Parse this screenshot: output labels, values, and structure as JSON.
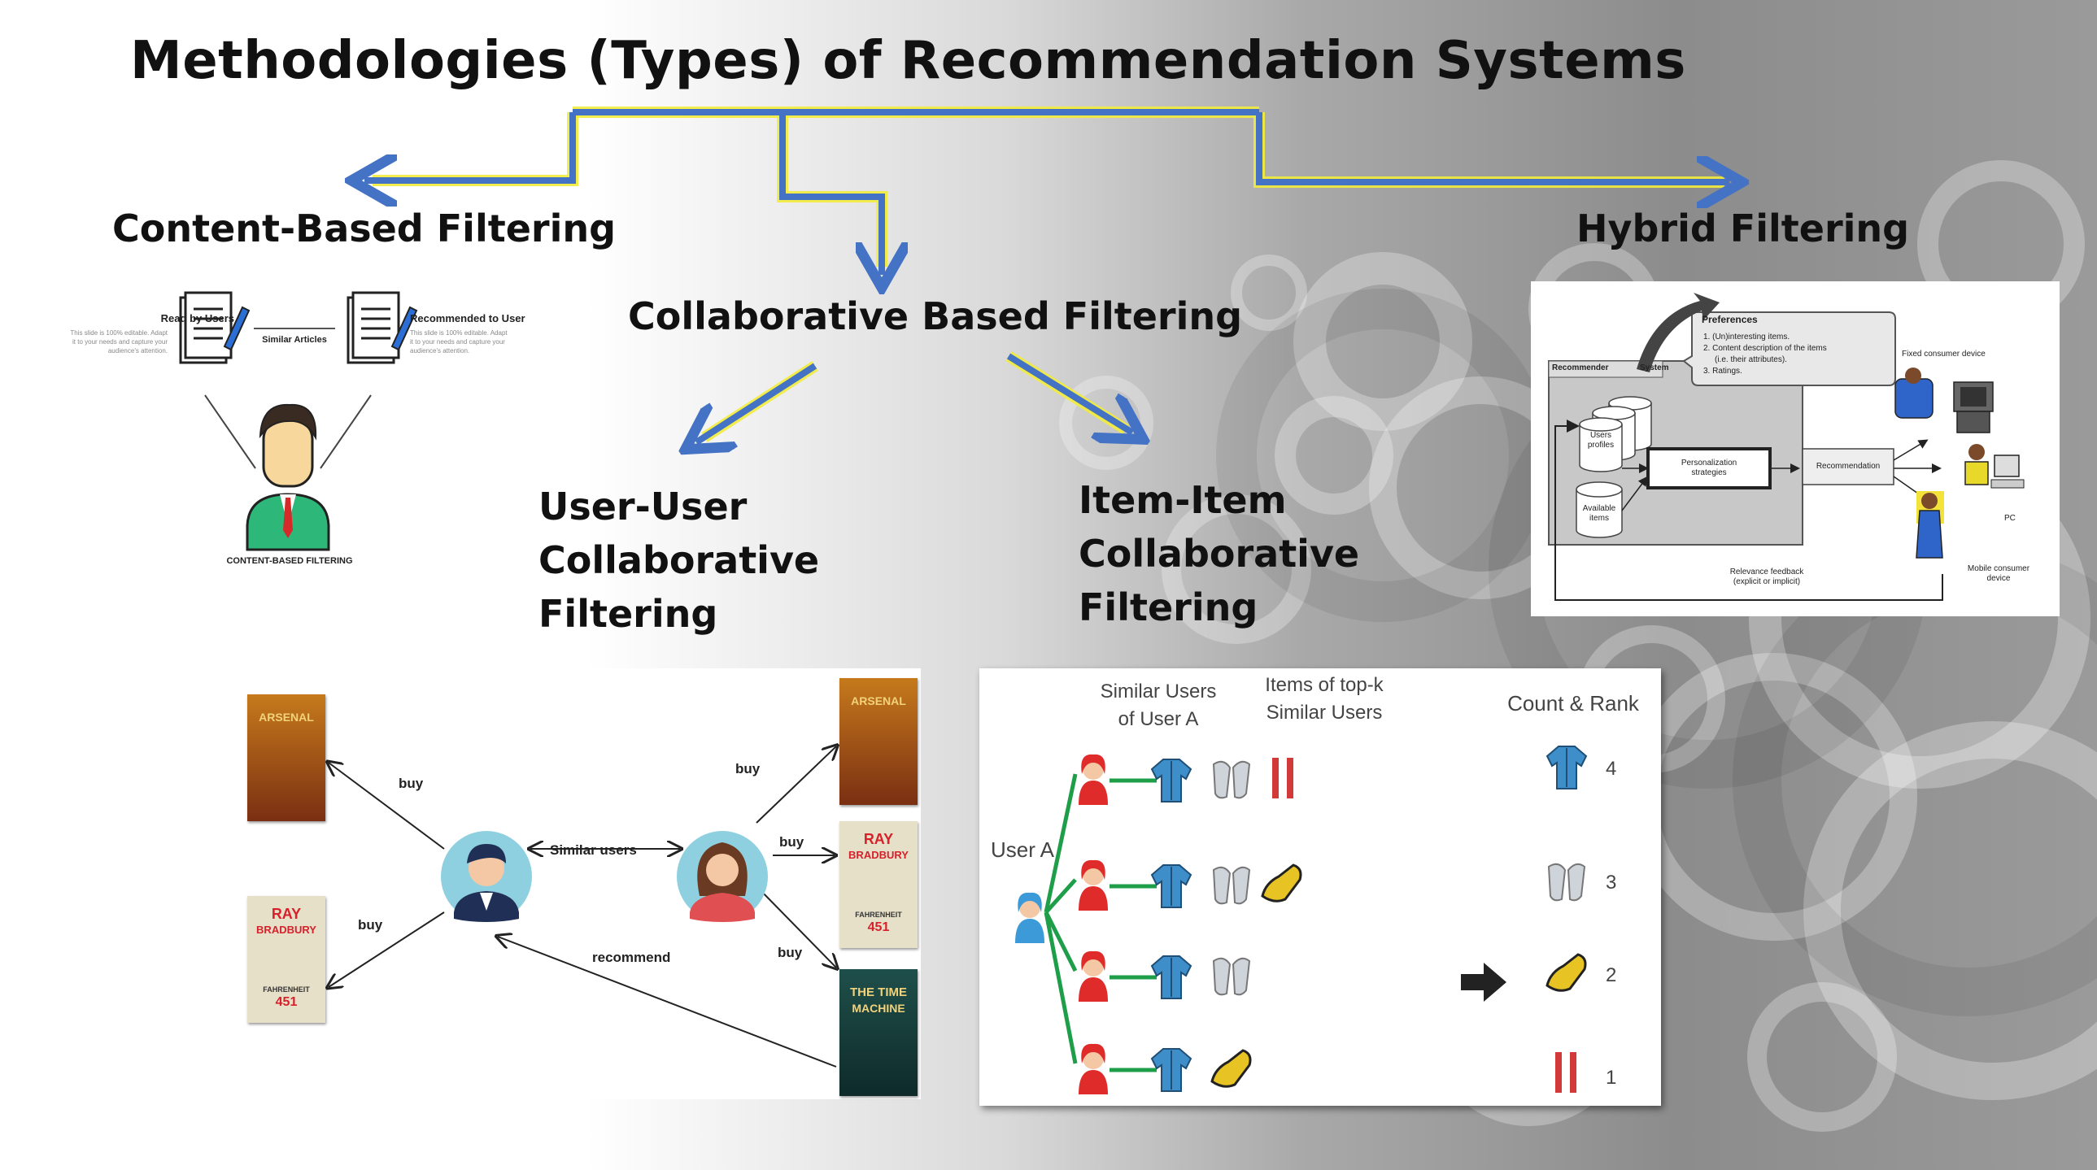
{
  "title": "Methodologies  (Types) of Recommendation Systems",
  "headings": {
    "content": "Content-Based Filtering",
    "collab": "Collaborative Based Filtering",
    "hybrid": "Hybrid Filtering",
    "user_user": "User-User Collaborative Filtering",
    "user_user_lines": [
      "User-User",
      "Collaborative",
      "Filtering"
    ],
    "item_item_lines": [
      "Item-Item",
      "Collaborative",
      "Filtering"
    ]
  },
  "content_panel": {
    "read_by_users": "Read by Users",
    "recommended_to_user": "Recommended to User",
    "similar_articles": "Similar Articles",
    "desc": [
      "This slide is 100% editable. Adapt",
      "it to your needs and capture your",
      "audience's attention."
    ],
    "caption": "CONTENT-BASED FILTERING"
  },
  "hybrid_panel": {
    "preferences_title": "Preferences",
    "preferences_items": [
      "1.  (Un)interesting items.",
      "2.  Content description of the items",
      "(i.e. their attributes).",
      "3.  Ratings."
    ],
    "recommender": "Recommender",
    "system": "System",
    "users_profiles": [
      "Users",
      "profiles"
    ],
    "available_items": [
      "Available",
      "items"
    ],
    "personalization": [
      "Personalization",
      "strategies"
    ],
    "recommendation": "Recommendation",
    "fixed_device": "Fixed consumer device",
    "pc": "PC",
    "mobile_device": [
      "Mobile consumer",
      "device"
    ],
    "relevance": [
      "Relevance feedback",
      "(explicit or implicit)"
    ]
  },
  "user_user_panel": {
    "buy": "buy",
    "similar_users": "Similar users",
    "recommend": "recommend",
    "books": {
      "arsenal": "ARSENAL",
      "ray": "RAY",
      "bradbury": "BRADBURY",
      "fahrenheit": "FAHRENHEIT",
      "num": "451",
      "the_time": "THE TIME",
      "machine": "MACHINE"
    }
  },
  "item_item_panel": {
    "similar_users_of_a": [
      "Similar Users",
      "of User A"
    ],
    "items_topk": [
      "Items of top-k",
      "Similar Users"
    ],
    "count_rank": "Count & Rank",
    "user_a": "User A",
    "ranks": [
      "4",
      "3",
      "2",
      "1"
    ]
  },
  "colors": {
    "arrow_blue": "#4472c4",
    "arrow_yellow": "#f2ec3a",
    "line_green": "#1f9e4a",
    "person_red": "#e02b2b"
  }
}
